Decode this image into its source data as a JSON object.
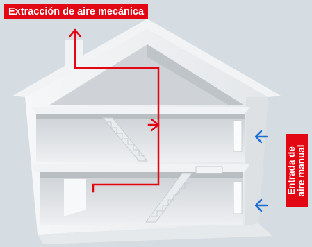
{
  "labels": {
    "exhaust": "Extracción de aire mecánica",
    "intake_line1": "Entrada de",
    "intake_line2": "aire manual"
  },
  "colors": {
    "background": "#d5dde2",
    "accent_red": "#e30613",
    "arrow_blue": "#1f6fd1",
    "house_light": "#f4f5f6",
    "house_mid": "#dfe2e5",
    "house_shadow": "#c4c9cd"
  },
  "icons": {
    "airflow": "airflow-arrow-icon",
    "intake": "arrow-left-icon"
  }
}
